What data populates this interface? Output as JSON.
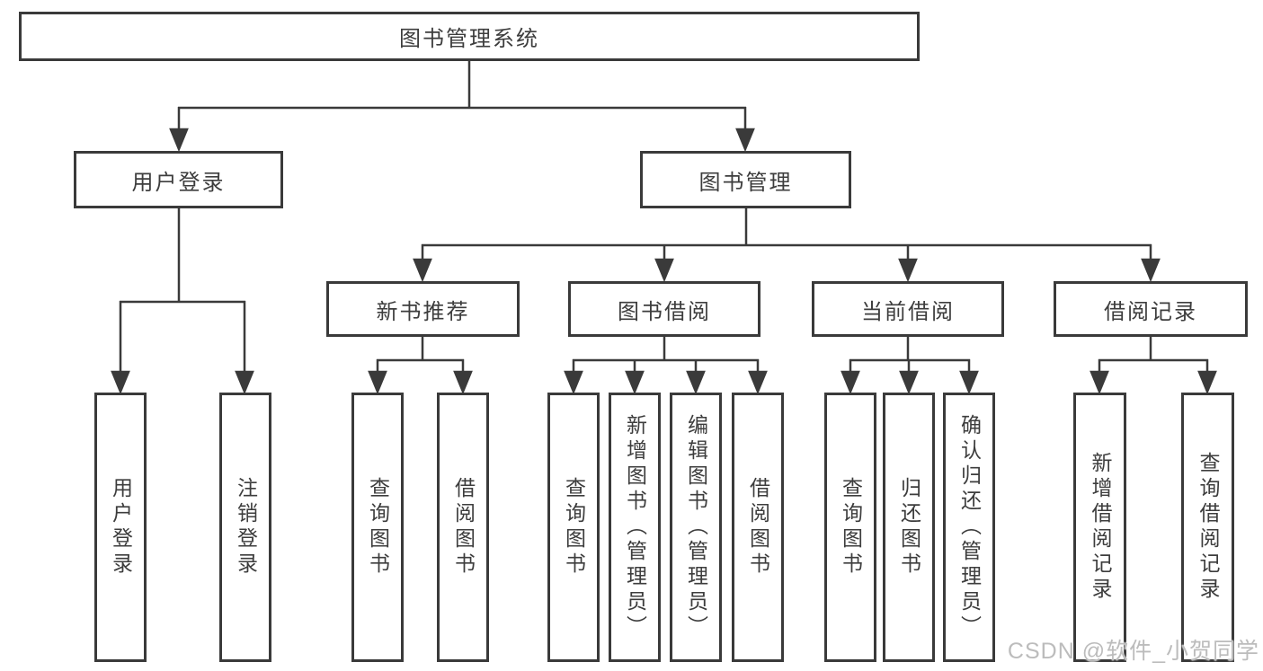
{
  "tree": {
    "root": {
      "label": "图书管理系统"
    },
    "branches": [
      {
        "label": "用户登录",
        "children": [
          {
            "label": "用户登录"
          },
          {
            "label": "注销登录"
          }
        ]
      },
      {
        "label": "图书管理",
        "sections": [
          {
            "label": "新书推荐",
            "children": [
              {
                "label": "查询图书"
              },
              {
                "label": "借阅图书"
              }
            ]
          },
          {
            "label": "图书借阅",
            "children": [
              {
                "label": "查询图书"
              },
              {
                "label": "新增图书（管理员）"
              },
              {
                "label": "编辑图书（管理员）"
              },
              {
                "label": "借阅图书"
              }
            ]
          },
          {
            "label": "当前借阅",
            "children": [
              {
                "label": "查询图书"
              },
              {
                "label": "归还图书"
              },
              {
                "label": "确认归还（管理员）"
              }
            ]
          },
          {
            "label": "借阅记录",
            "children": [
              {
                "label": "新增借阅记录"
              },
              {
                "label": "查询借阅记录"
              }
            ]
          }
        ]
      }
    ]
  },
  "watermark": "CSDN @软件_小贺同学",
  "colors": {
    "line": "#3a3a3a",
    "text": "#3d3d3d",
    "watermark": "#bcbcbc",
    "background": "#ffffff"
  }
}
